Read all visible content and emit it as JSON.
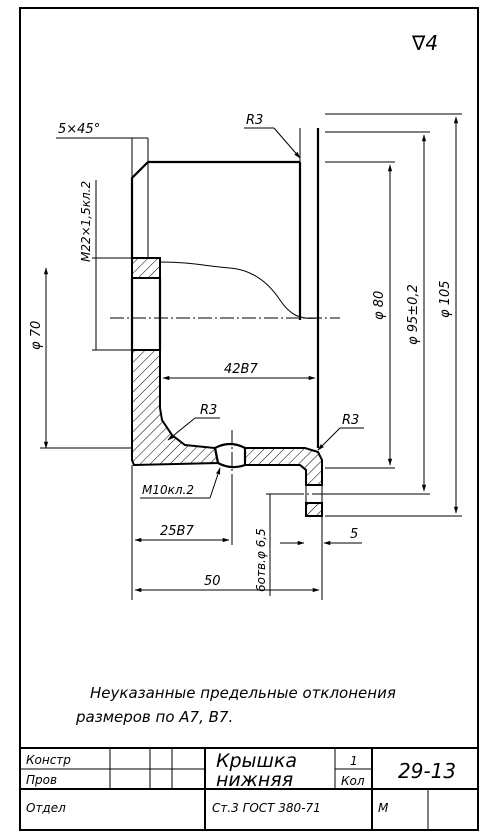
{
  "surface_mark": "∇4",
  "dimensions": {
    "chamfer": "5×45°",
    "radius_top": "R3",
    "thread": "M22×1,5кл.2",
    "d70": "φ 70",
    "d80": "φ 80",
    "d95": "φ 95±0,2",
    "d105": "φ 105",
    "len42": "42В7",
    "radius_inner": "R3",
    "radius_right": "R3",
    "thread_m10": "M10кл.2",
    "len25": "25В7",
    "hole": "6отв.φ 6,5",
    "five": "5",
    "len50": "50"
  },
  "note": {
    "line1": "Неуказанные предельные отклонения",
    "line2": "размеров по А7, В7."
  },
  "title_block": {
    "designer_label": "Констр",
    "checker_label": "Пров",
    "dept_label": "Отдел",
    "part_name_1": "Крышка",
    "part_name_2": "нижняя",
    "quantity": "1",
    "qty_label": "Кол",
    "drawing_number": "29-13",
    "material": "Ст.3 ГОСТ 380-71",
    "scale_label": "М"
  }
}
